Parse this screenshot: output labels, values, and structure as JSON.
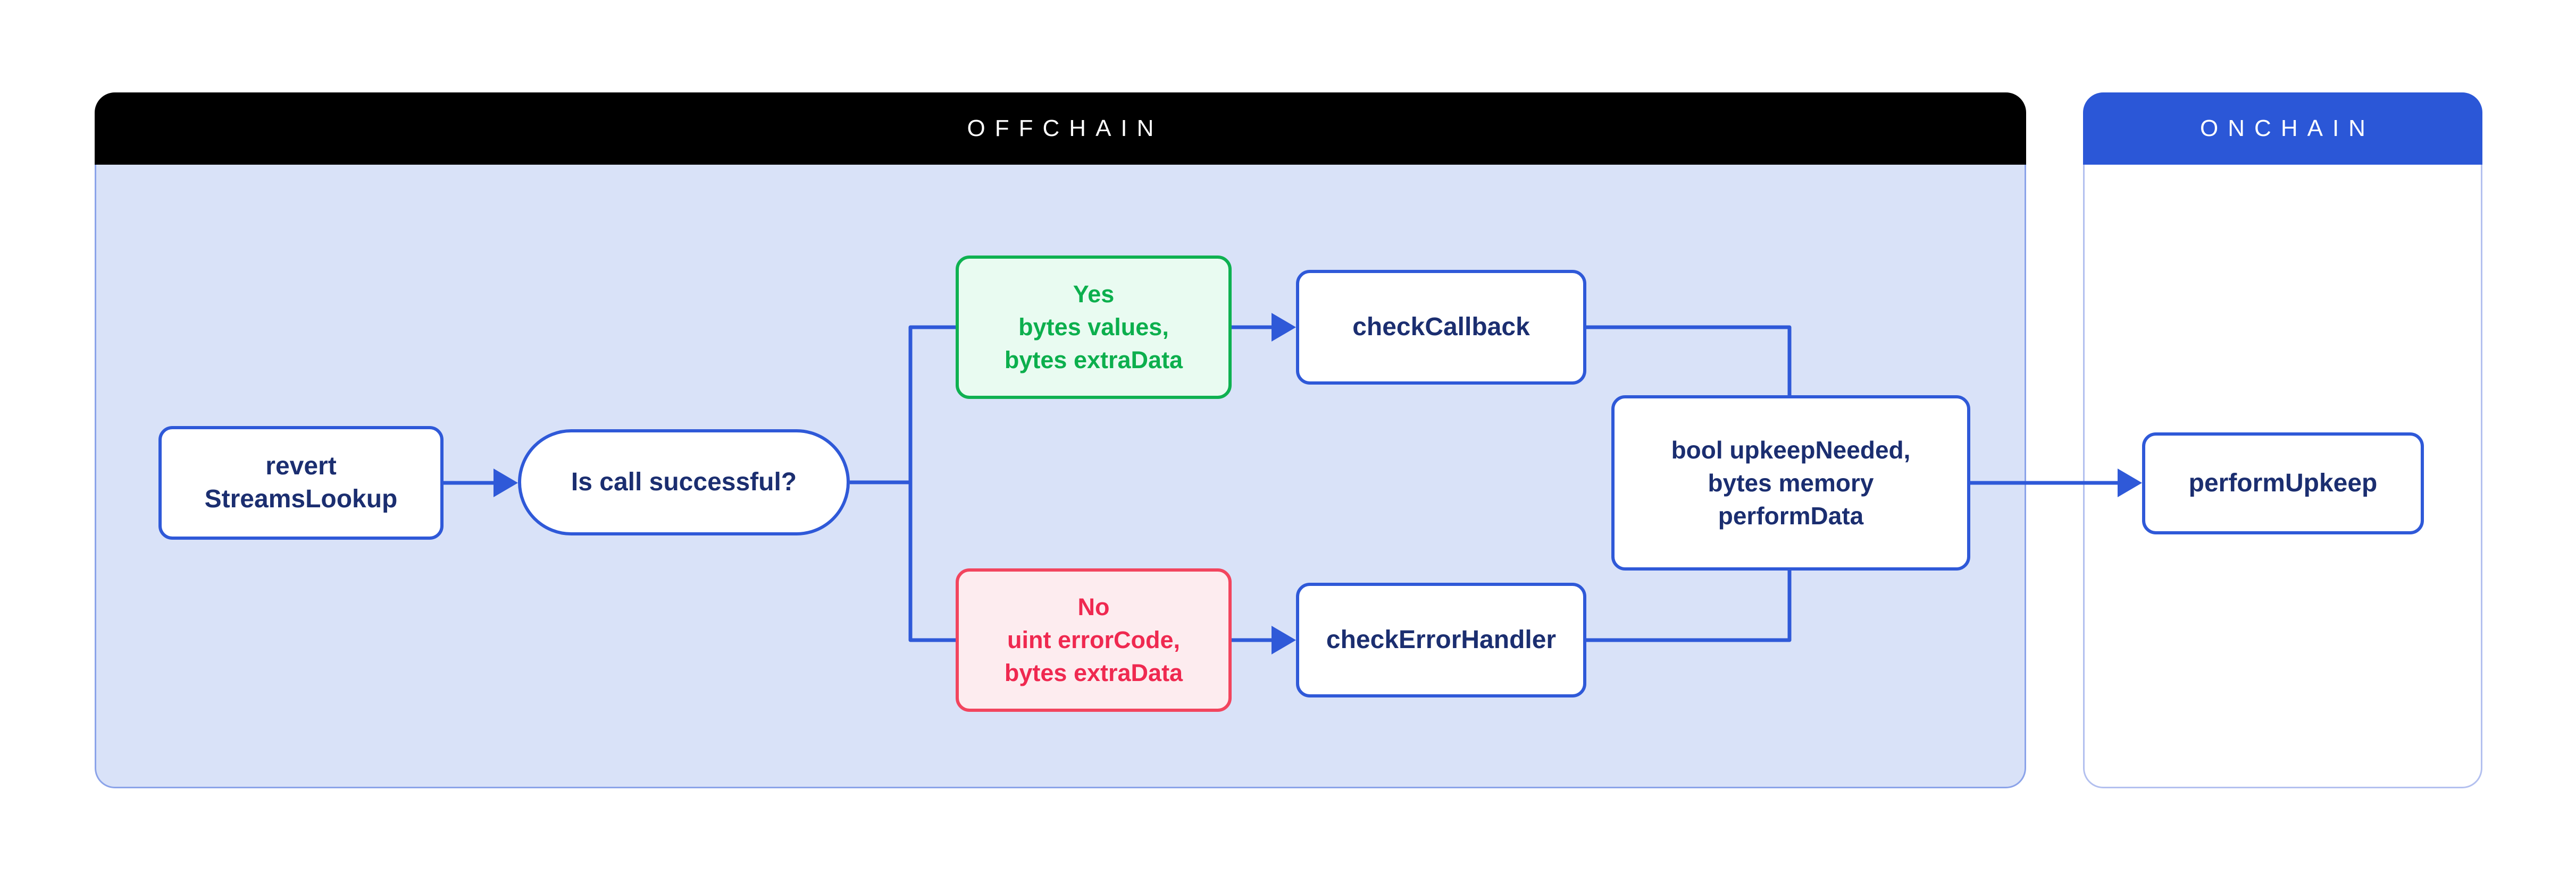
{
  "panels": {
    "offchain": {
      "title": "OFFCHAIN"
    },
    "onchain": {
      "title": "ONCHAIN"
    }
  },
  "nodes": {
    "revert_streams_lookup": {
      "line1": "revert",
      "line2": "StreamsLookup"
    },
    "is_call_successful": {
      "label": "Is call successful?"
    },
    "yes_branch": {
      "line1": "Yes",
      "line2": "bytes values,",
      "line3": "bytes extraData"
    },
    "no_branch": {
      "line1": "No",
      "line2": "uint errorCode,",
      "line3": "bytes extraData"
    },
    "check_callback": {
      "label": "checkCallback"
    },
    "check_error_handler": {
      "label": "checkErrorHandler"
    },
    "check_result": {
      "line1": "bool upkeepNeeded,",
      "line2": "bytes memory",
      "line3": "performData"
    },
    "perform_upkeep": {
      "label": "performUpkeep"
    }
  },
  "colors": {
    "accent_blue": "#2f59d8",
    "navy_text": "#1b2e70",
    "offchain_header_bg": "#000000",
    "offchain_body_bg": "#d9e2f8",
    "offchain_border": "#8ba3e9",
    "onchain_header_bg": "#2b57d7",
    "onchain_border": "#b3c0ef",
    "yes_border": "#0fb151",
    "yes_text": "#0caf4d",
    "yes_bg": "#e9fbf1",
    "no_border": "#f2455e",
    "no_text": "#ef2950",
    "no_bg": "#fdecef"
  }
}
